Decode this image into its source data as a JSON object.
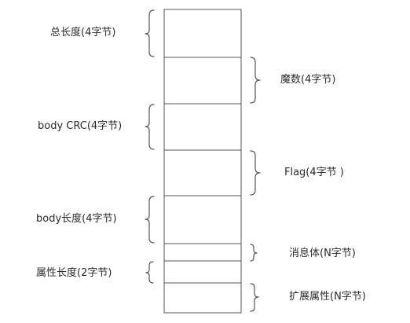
{
  "diagram": {
    "segments": [
      {
        "label": "总长度(4字节)"
      },
      {
        "label": "魔数(4字节)"
      },
      {
        "label": "body CRC(4字节)"
      },
      {
        "label": "Flag(4字节 )"
      },
      {
        "label": "body长度(4字节)"
      },
      {
        "label": "消息体(N字节)"
      },
      {
        "label": "属性长度(2字节)"
      },
      {
        "label": "扩展属性(N字节)"
      }
    ],
    "colors": {
      "stroke": "#555555",
      "text": "#2b2b2b",
      "background": "#ffffff"
    }
  }
}
